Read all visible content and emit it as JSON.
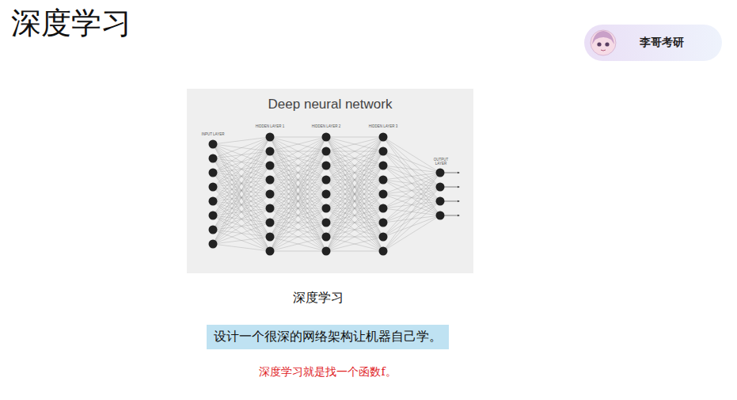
{
  "diagram": {
    "title": "深度学习",
    "caption": "深度学习",
    "nodes": [
      {
        "text": [
          "李哥考研"
        ]
      },
      {
        "text": [
          "Deep neural network"
        ]
      },
      {
        "text": [
          "设计一个很深的网络架构让机器自己学。"
        ]
      }
    ],
    "labels": [
      "INPUT LAYER",
      "HIDDEN LAYER 1",
      "HIDDEN LAYER 2",
      "HIDDEN LAYER 3",
      "OUTPUT LAYER",
      "深度学习就是找一个函数f。"
    ]
  }
}
